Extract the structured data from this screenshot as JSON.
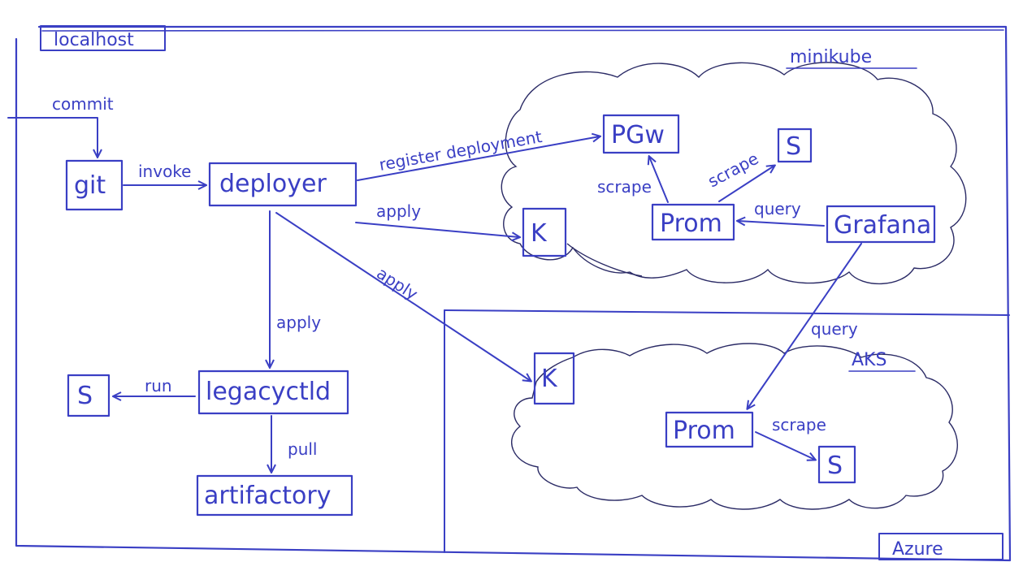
{
  "colors": {
    "ink": "#3a3fc4",
    "cloud_outline": "#2b2b66",
    "background": "#ffffff"
  },
  "regions": {
    "localhost": "localhost",
    "minikube": "minikube",
    "aks": "AKS",
    "azure": "Azure"
  },
  "nodes": {
    "git": "git",
    "deployer": "deployer",
    "pgw": "PGw",
    "s_mini": "S",
    "k_mini": "K",
    "prom_mini": "Prom",
    "grafana": "Grafana",
    "legacyctld": "legacyctld",
    "s_local": "S",
    "artifactory": "artifactory",
    "k_aks": "K",
    "prom_aks": "Prom",
    "s_aks": "S"
  },
  "edges": {
    "commit": "commit",
    "invoke": "invoke",
    "register": "register deployment",
    "apply_k_mini": "apply",
    "apply_k_aks": "apply",
    "apply_legacy": "apply",
    "run": "run",
    "pull": "pull",
    "scrape_pgw": "scrape",
    "scrape_s_mini": "scrape",
    "query_mini": "query",
    "query_aks": "query",
    "scrape_aks": "scrape"
  }
}
